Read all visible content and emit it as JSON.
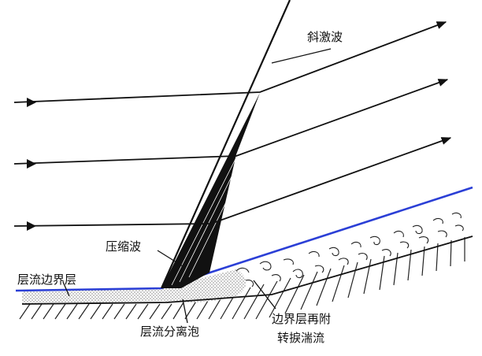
{
  "labels": {
    "oblique_shock": "斜激波",
    "compression_waves": "压缩波",
    "laminar_boundary_layer": "层流边界层",
    "laminar_separation_bubble": "层流分离泡",
    "reattach_line1": "边界层再附",
    "reattach_line2": "转捩湍流"
  },
  "colors": {
    "boundary_layer_edge": "#2b3fd6",
    "lines": "#111111",
    "stipple": "#9a9a9a"
  }
}
